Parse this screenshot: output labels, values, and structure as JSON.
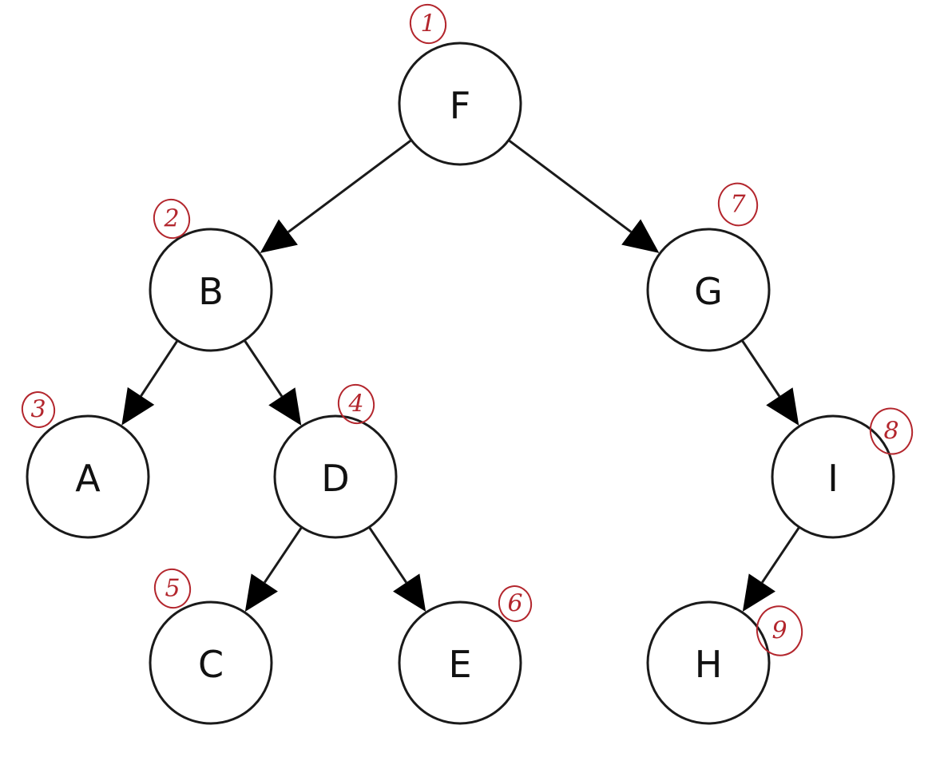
{
  "diagram": {
    "type": "binary-tree",
    "annotation_color": "#b3262d",
    "line_color": "#1a1a1a",
    "nodes": [
      {
        "id": "F",
        "label": "F",
        "order": "1"
      },
      {
        "id": "B",
        "label": "B",
        "order": "2"
      },
      {
        "id": "A",
        "label": "A",
        "order": "3"
      },
      {
        "id": "D",
        "label": "D",
        "order": "4"
      },
      {
        "id": "C",
        "label": "C",
        "order": "5"
      },
      {
        "id": "E",
        "label": "E",
        "order": "6"
      },
      {
        "id": "G",
        "label": "G",
        "order": "7"
      },
      {
        "id": "I",
        "label": "I",
        "order": "8"
      },
      {
        "id": "H",
        "label": "H",
        "order": "9"
      }
    ],
    "edges": [
      {
        "from": "F",
        "to": "B"
      },
      {
        "from": "F",
        "to": "G"
      },
      {
        "from": "B",
        "to": "A"
      },
      {
        "from": "B",
        "to": "D"
      },
      {
        "from": "D",
        "to": "C"
      },
      {
        "from": "D",
        "to": "E"
      },
      {
        "from": "G",
        "to": "I"
      },
      {
        "from": "I",
        "to": "H"
      }
    ]
  }
}
